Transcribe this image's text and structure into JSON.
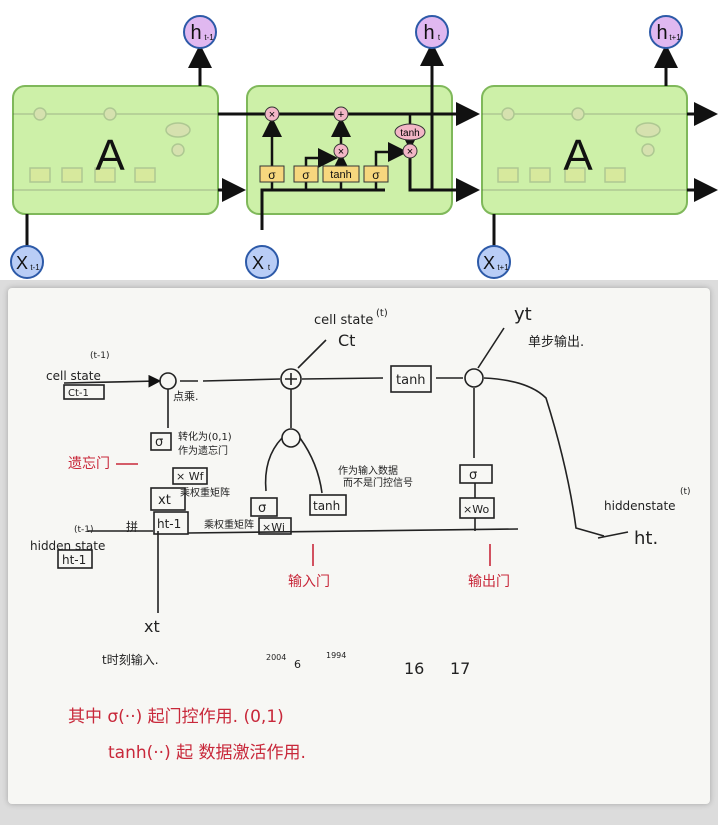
{
  "lstm_diagram": {
    "cell_label_left": "A",
    "cell_label_right": "A",
    "outputs": [
      {
        "base": "h",
        "sub": "t-1"
      },
      {
        "base": "h",
        "sub": "t"
      },
      {
        "base": "h",
        "sub": "t+1"
      }
    ],
    "inputs": [
      {
        "base": "X",
        "sub": "t-1"
      },
      {
        "base": "X",
        "sub": "t"
      },
      {
        "base": "X",
        "sub": "t+1"
      }
    ],
    "gates": [
      "σ",
      "σ",
      "tanh",
      "σ"
    ],
    "pointwise_ops": [
      "×",
      "+",
      "×",
      "×"
    ],
    "tanh_op": "tanh",
    "colors": {
      "cell_fill": "#cdf0a8",
      "cell_border": "#7fb85a",
      "circle_fill": "#b9cdf6",
      "circle_border": "#2d5aa8",
      "output_circle_fill": "#e0b8f0",
      "gate_fill": "#f7d77e",
      "op_fill": "#f2b6c6"
    }
  },
  "notes": {
    "cell_state_top": "cell state",
    "cell_state_top_sup": "(t)",
    "ct": "Ct",
    "yt": "yt",
    "single_step_output": "单步输出.",
    "cell_state_left": "cell state",
    "cell_state_left_sup": "(t-1)",
    "c_prev": "Ct-1",
    "dot_mult": "点乘.",
    "forget_gate": "遗忘门",
    "sigma": "σ",
    "convert_to_01": "转化为(0,1)",
    "as_forget_gate": "作为遗忘门",
    "x_wf": "× Wf",
    "mult_weight_matrix": "乘权重矩阵",
    "x_t_box": "xt",
    "h_prev_box": "ht-1",
    "concat": "拼",
    "hidden_state_left": "hidden state",
    "hidden_state_left_sup": "(t-1)",
    "h_prev": "ht-1",
    "mult_weight_matrix2": "乘权重矩阵",
    "x_wi": "×Wi",
    "tanh": "tanh",
    "as_input_data": "作为输入数据",
    "instead_of_gate": "而不是门控信号",
    "input_gate": "输入门",
    "tanh_box": "tanh",
    "sigma_out": "σ",
    "x_wo": "×Wo",
    "output_gate": "输出门",
    "hidden_state_right": "hiddenstate",
    "hidden_state_right_sup": "(t)",
    "ht": "ht.",
    "xt_input": "xt",
    "t_time_input": "t时刻输入.",
    "num_2004": "2004",
    "num_6": "6",
    "num_1994": "1994",
    "num_16": "16",
    "num_17": "17",
    "summary_line1": "其中 σ(··) 起门控作用. (0,1)",
    "summary_line2": "tanh(··) 起 数据激活作用."
  }
}
